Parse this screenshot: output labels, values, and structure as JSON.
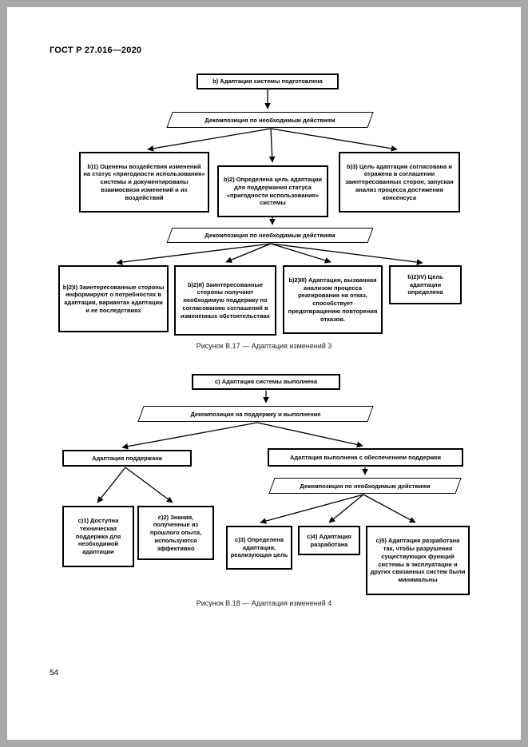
{
  "page": {
    "header": "ГОСТ Р 27.016—2020",
    "page_number": "54"
  },
  "figure17": {
    "root": "b) Адаптация системы подготовлена",
    "decomp1": "Декомпозиция по необходимым действиям",
    "b1": "b)1) Оценены воздействия изменений на статус «пригодности использования» системы и документированы взаимосвязи изменений и их воздействий",
    "b2": "b)2) Определена цель адаптации для поддержания статуса «пригодности использования» системы",
    "b3": "b)3) Цель адаптации согласована и отражена в соглашении заинтересованных сторон, запуская анализ процесса достижения консенсуса",
    "decomp2": "Декомпозиция по необходимым действиям",
    "b2i": "b)2)I) Заинтересованные стороны информируют о потребностях в адаптации, вариантах адаптации и ее последствиях",
    "b2ii": "b)2)II) Заинтересованные стороны получают необходимую поддержку по согласованию соглашений в измененных обстоятельствах",
    "b2iii": "b)2)III) Адаптация, вызванная анализом процесса реагирования на отказ, способствует предотвращению повторения отказов.",
    "b2iv": "b)2)IV) Цель адаптации определена",
    "caption": "Рисунок В.17 — Адаптация изменений 3"
  },
  "figure18": {
    "root": "c) Адаптация системы выполнена",
    "decomp1": "Декомпозиция на поддержку и выполнение",
    "left": "Адаптация поддержана",
    "right": "Адаптация выполнена с обеспечением поддержки",
    "decomp2": "Декомпозиция по необходимым действиям",
    "c1": "c)1) Доступна техническая поддержка для необходимой адаптации",
    "c2": "c)2) Знания, полученные из прошлого опыта, используются эффективно",
    "c3": "c)3) Определена адаптация, реализующая цель",
    "c4": "c)4) Адаптация разработана",
    "c5": "c)5) Адаптация разработана так, чтобы разрушения существующих функций системы в эксплуатации и других связанных систем были минимальны",
    "caption": "Рисунок В.18 — Адаптация изменений 4"
  }
}
